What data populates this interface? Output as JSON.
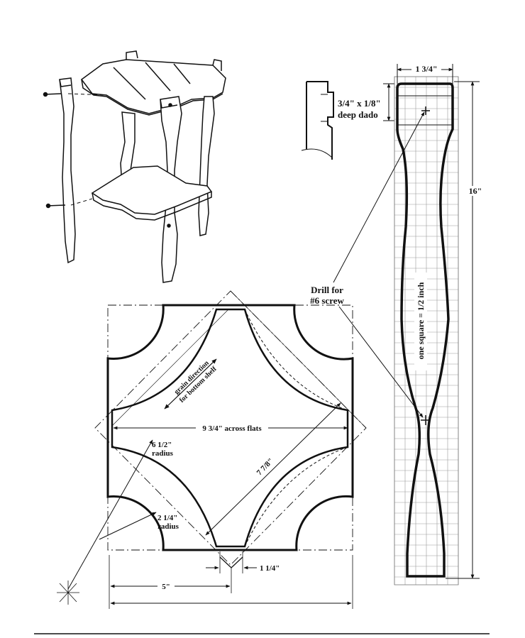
{
  "labels": {
    "dado_line1": "3/4\" x 1/8\"",
    "dado_line2": "deep dado",
    "leg_width": "1 3/4\"",
    "leg_height": "16\"",
    "grid_scale": "one square = 1/2 inch",
    "drill_line1": "Drill for",
    "drill_line2": "#6 screw",
    "grain_line1": "grain direction",
    "grain_line2": "for bottom shelf",
    "across_flats": "9 3/4\" across flats",
    "large_radius_line1": "6 1/2\"",
    "large_radius_line2": "radius",
    "diagonal": "7 7/8\"",
    "small_radius_line1": "2 1/4\"",
    "small_radius_line2": "radius",
    "notch_width": "1 1/4\"",
    "half_width": "5\""
  }
}
